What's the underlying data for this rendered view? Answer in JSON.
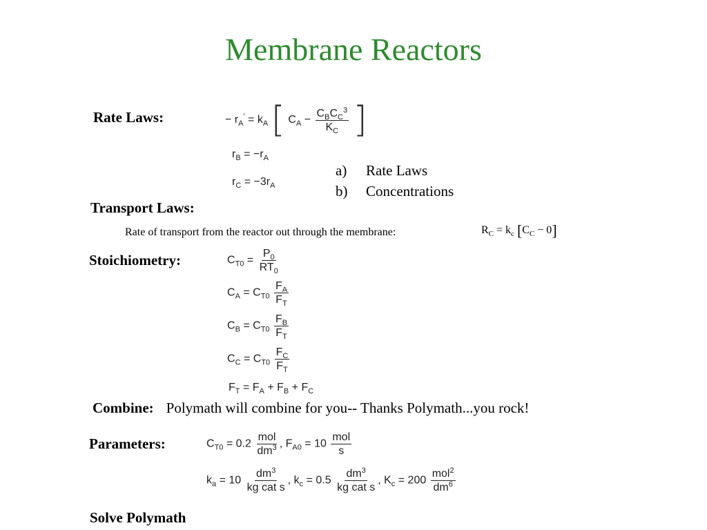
{
  "title": "Membrane Reactors",
  "rate_laws": {
    "label": "Rate Laws:",
    "eq1": {
      "lhs": "− r",
      "lhs_sub": "A",
      "lhs_sup": "'",
      "k": "k",
      "k_sub": "A",
      "ca": "C",
      "ca_sub": "A",
      "minus": "−",
      "num_c1": "C",
      "num_c1_sub": "B",
      "num_c2": "C",
      "num_c2_sub": "C",
      "num_c2_sup": "3",
      "den": "K",
      "den_sub": "C"
    },
    "eq2": {
      "lhs": "r",
      "lhs_sub": "B",
      "rhs": "= −r",
      "rhs_sub": "A"
    },
    "eq3": {
      "lhs": "r",
      "lhs_sub": "C",
      "rhs": "= −3r",
      "rhs_sub": "A"
    }
  },
  "steps": [
    {
      "marker": "a)",
      "text": "Rate Laws"
    },
    {
      "marker": "b)",
      "text": "Concentrations"
    }
  ],
  "transport": {
    "label": "Transport Laws:",
    "text": "Rate of transport from the reactor out through the membrane:",
    "eq": {
      "r": "R",
      "r_sub": "C",
      "k": "k",
      "k_sub": "c",
      "c": "C",
      "c_sub": "C",
      "tail": "− 0"
    }
  },
  "stoichiometry": {
    "label": "Stoichiometry:",
    "ct0": {
      "lhs": "C",
      "lhs_sub": "T0",
      "num": "P",
      "num_sub": "0",
      "den": "RT",
      "den_sub": "0"
    },
    "ca": {
      "lhs": "C",
      "lhs_sub": "A",
      "rhs": "C",
      "rhs_sub": "T0",
      "num": "F",
      "num_sub": "A",
      "den": "F",
      "den_sub": "T"
    },
    "cb": {
      "lhs": "C",
      "lhs_sub": "B",
      "rhs": "C",
      "rhs_sub": "T0",
      "num": "F",
      "num_sub": "B",
      "den": "F",
      "den_sub": "T"
    },
    "cc": {
      "lhs": "C",
      "lhs_sub": "C",
      "rhs": "C",
      "rhs_sub": "T0",
      "num": "F",
      "num_sub": "C",
      "den": "F",
      "den_sub": "T"
    },
    "ft": {
      "lhs": "F",
      "lhs_sub": "T",
      "t1": "F",
      "t1_sub": "A",
      "t2": "F",
      "t2_sub": "B",
      "t3": "F",
      "t3_sub": "C"
    }
  },
  "combine": {
    "label": "Combine:",
    "text": "Polymath will combine for you-- Thanks Polymath...you rock!"
  },
  "parameters": {
    "label": "Parameters:",
    "ct0": {
      "sym": "C",
      "sub": "T0",
      "val": "= 0.2",
      "num": "mol",
      "den": "dm",
      "den_sup": "3"
    },
    "fa0": {
      "sym": "F",
      "sub": "A0",
      "val": "= 10",
      "num": "mol",
      "den": "s"
    },
    "ka": {
      "sym": "k",
      "sub": "a",
      "val": "= 10",
      "num": "dm",
      "num_sup": "3",
      "den": "kg cat s"
    },
    "kc": {
      "sym": "k",
      "sub": "c",
      "val": "= 0.5",
      "num": "dm",
      "num_sup": "3",
      "den": "kg cat s"
    },
    "Kc": {
      "sym": "K",
      "sub": "c",
      "val": "= 200",
      "num": "mol",
      "num_sup": "2",
      "den": "dm",
      "den_sup": "6"
    }
  },
  "solve": {
    "label": "Solve Polymath"
  }
}
